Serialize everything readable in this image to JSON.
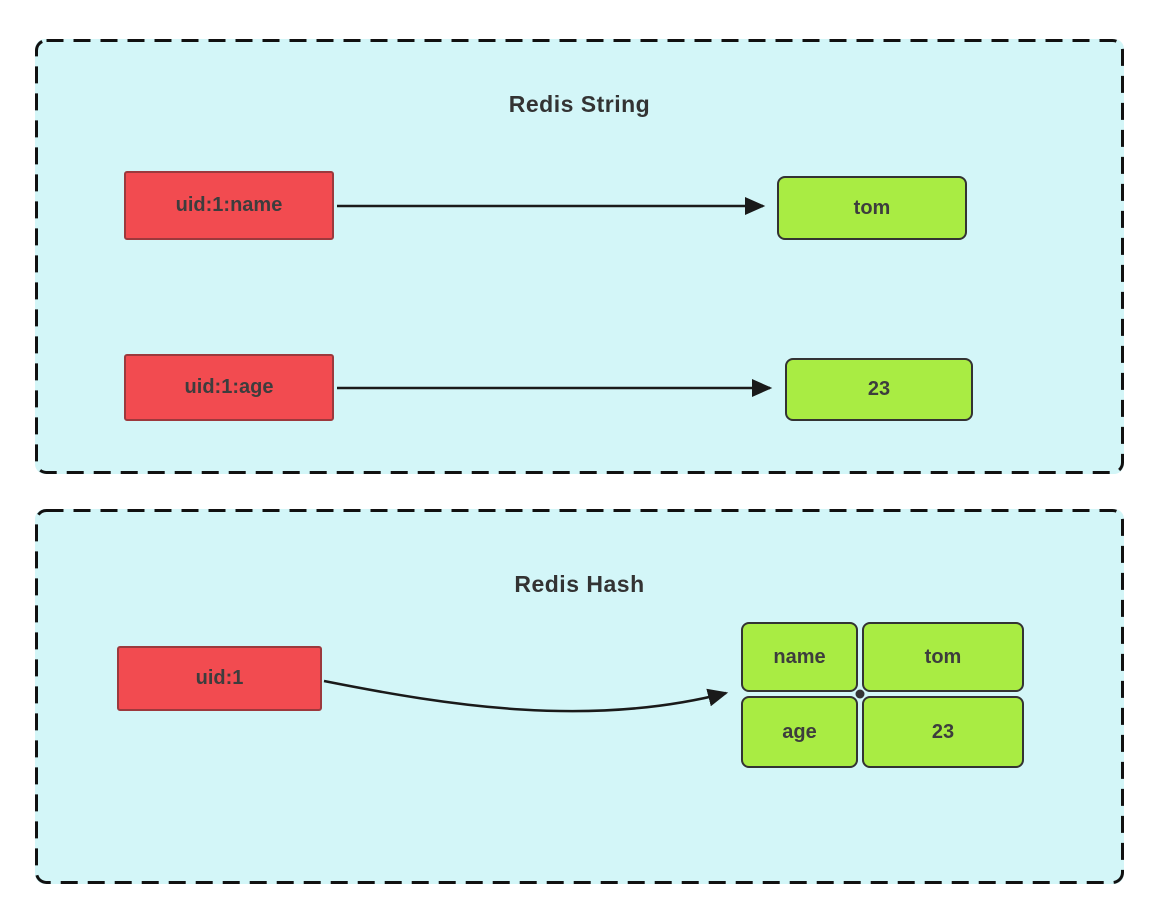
{
  "colors": {
    "page_background": "#ffffff",
    "panel_background": "#d3f6f8",
    "panel_border": "#111111",
    "key_box_fill": "#f24b50",
    "key_box_border": "#9c393d",
    "value_box_fill": "#a9ec43",
    "value_box_border": "#333333",
    "arrow": "#1a1a1a",
    "text": "#3d3d3d"
  },
  "string_panel": {
    "title": "Redis String",
    "entries": [
      {
        "key": "uid:1:name",
        "value": "tom"
      },
      {
        "key": "uid:1:age",
        "value": "23"
      }
    ]
  },
  "hash_panel": {
    "title": "Redis Hash",
    "key": "uid:1",
    "fields": [
      {
        "name": "name",
        "value": "tom"
      },
      {
        "name": "age",
        "value": "23"
      }
    ]
  }
}
